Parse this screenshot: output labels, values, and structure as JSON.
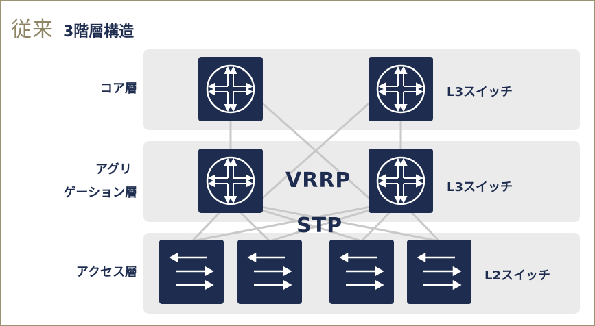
{
  "header": {
    "title": "従来",
    "subtitle": "3階層構造"
  },
  "layers": {
    "core": {
      "label": "コア層",
      "device": "L3スイッチ"
    },
    "aggregation": {
      "label_line1": "アグリ",
      "label_line2": "ゲーション層",
      "device": "L3スイッチ"
    },
    "access": {
      "label": "アクセス層",
      "device": "L2スイッチ"
    }
  },
  "protocols": {
    "vrrp": "VRRP",
    "stp": "STP"
  },
  "colors": {
    "device": "#1e2d4f",
    "band": "#ebebeb",
    "link": "#c8c8c8",
    "title_accent": "#8e8565",
    "frame": "#9a9270"
  },
  "icons": {
    "l3": "router-crossing-arrows-icon",
    "l2": "switch-arrows-icon"
  }
}
